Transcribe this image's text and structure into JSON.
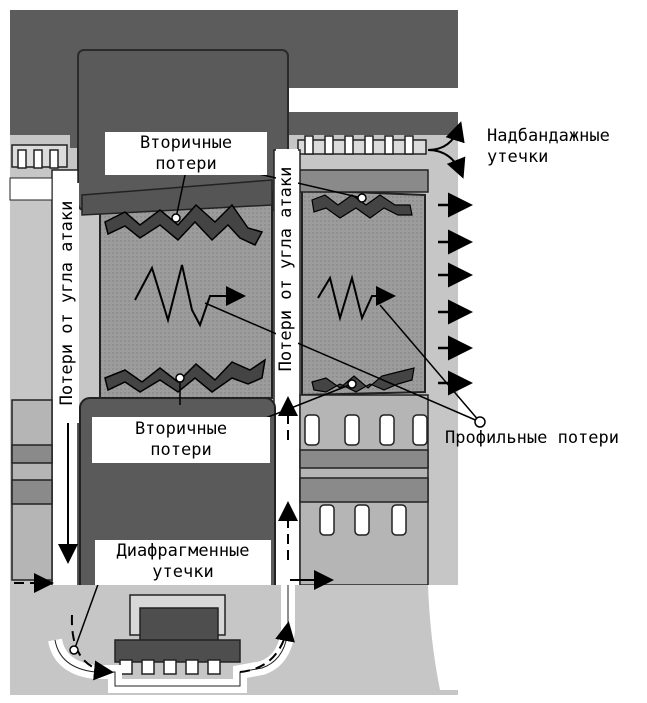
{
  "labels": {
    "secondary_top_1": "Вторичные",
    "secondary_top_2": "потери",
    "secondary_bottom_1": "Вторичные",
    "secondary_bottom_2": "потери",
    "tip_leakage_1": "Надбандажные",
    "tip_leakage_2": "утечки",
    "incidence_left": "Потери от угла атаки",
    "incidence_right": "Потери от угла атаки",
    "profile_losses": "Профильные потери",
    "diaphragm_1": "Диафрагменные",
    "diaphragm_2": "утечки"
  },
  "colors": {
    "dark_metal": "#5a5a5a",
    "mid_gray": "#9a9a9a",
    "light_gray": "#c4c4c4",
    "ink": "#000000",
    "paper": "#ffffff"
  }
}
